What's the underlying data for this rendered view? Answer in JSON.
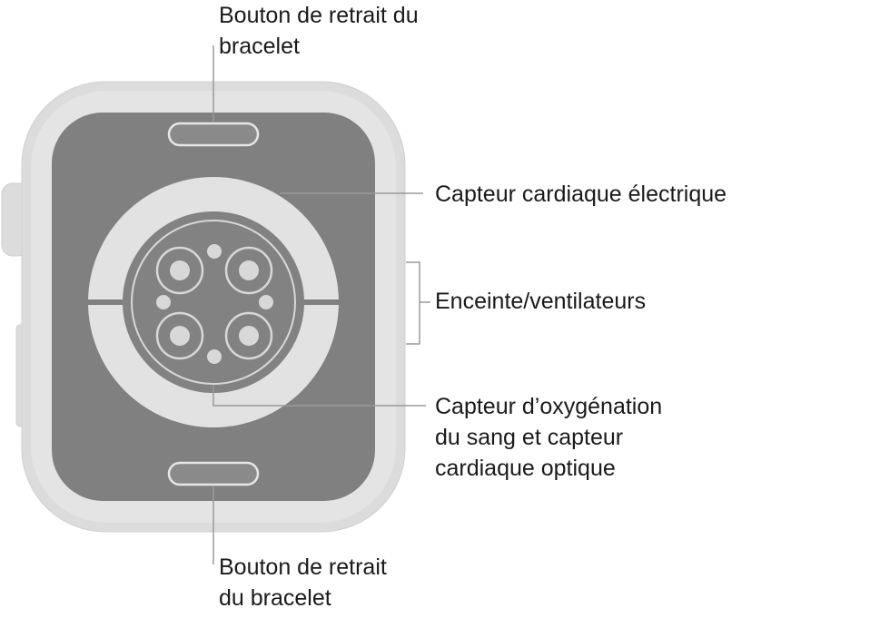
{
  "labels": {
    "band_release_top": {
      "line1": "Bouton de retrait du",
      "line2": "bracelet"
    },
    "ecg_sensor": {
      "line1": "Capteur cardiaque électrique"
    },
    "speaker_vents": {
      "line1": "Enceinte/ventilateurs"
    },
    "optical_sensor": {
      "line1": "Capteur d’oxygénation",
      "line2": "du sang et capteur",
      "line3": "cardiaque optique"
    },
    "band_release_bottom": {
      "line1": "Bouton de retrait",
      "line2": "du bracelet"
    }
  },
  "colors": {
    "case": "#dcdcdc",
    "case_edge": "#cfcfcf",
    "back_panel": "#808080",
    "electrode_ring": "#e2e2e2",
    "sensor_dark": "#828282",
    "sensor_light": "#d8d8d8",
    "leader_line": "#9a9a9a",
    "text": "#1a1a1a"
  }
}
